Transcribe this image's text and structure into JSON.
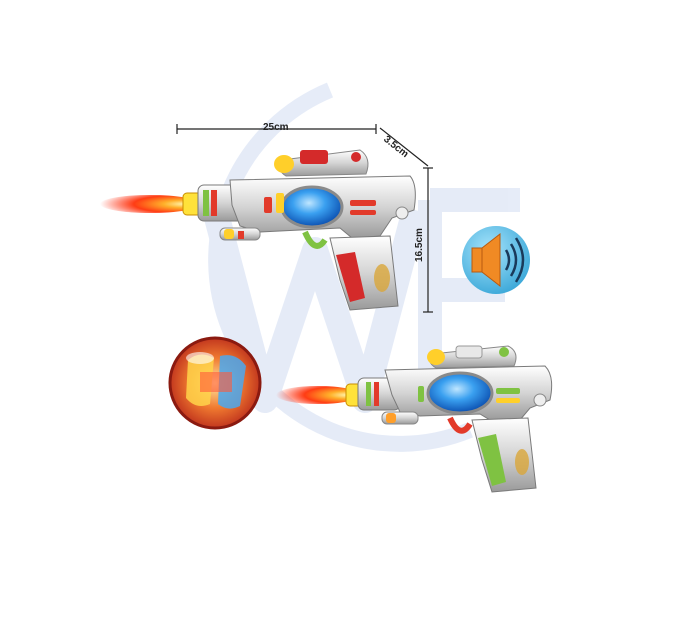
{
  "dimensions": {
    "width_label": "25cm",
    "depth_label": "3.5cm",
    "height_label": "16.5cm"
  },
  "icons": {
    "sound": "speaker-sound-icon",
    "light": "light-ball-icon"
  },
  "colors": {
    "watermark": "#c9d6ee",
    "gun_body": "#d9d9d9",
    "gun1_accent": "#d42a2a",
    "gun2_accent": "#7fc242",
    "led_blue": "#1e7be0",
    "flame": "#ff4a1a",
    "sound_badge": "#5bc3ea",
    "speaker": "#f08a24"
  }
}
